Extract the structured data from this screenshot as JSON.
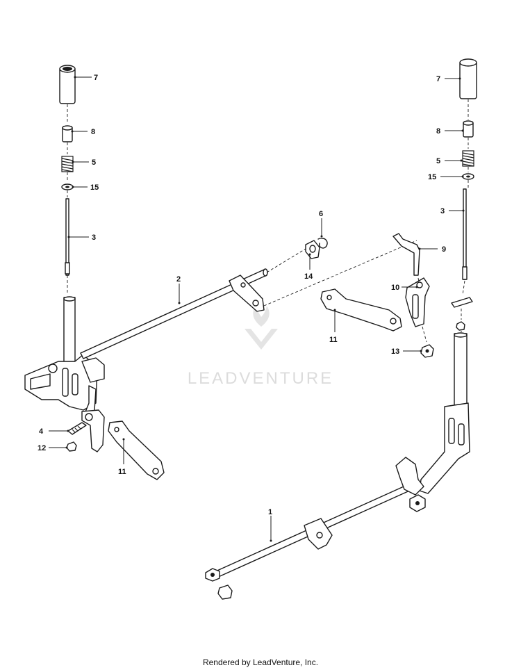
{
  "watermark": {
    "text": "LEADVENTURE"
  },
  "footer": {
    "text": "Rendered by LeadVenture, Inc."
  },
  "callouts": {
    "c7_left": "7",
    "c8_left": "8",
    "c5_left": "5",
    "c15_left": "15",
    "c3_left": "3",
    "c2": "2",
    "c6": "6",
    "c14": "14",
    "c4": "4",
    "c12": "12",
    "c11_left": "11",
    "c7_right": "7",
    "c8_right": "8",
    "c5_right": "5",
    "c15_right": "15",
    "c3_right": "3",
    "c9": "9",
    "c10": "10",
    "c11_mid": "11",
    "c13": "13",
    "c1": "1"
  }
}
